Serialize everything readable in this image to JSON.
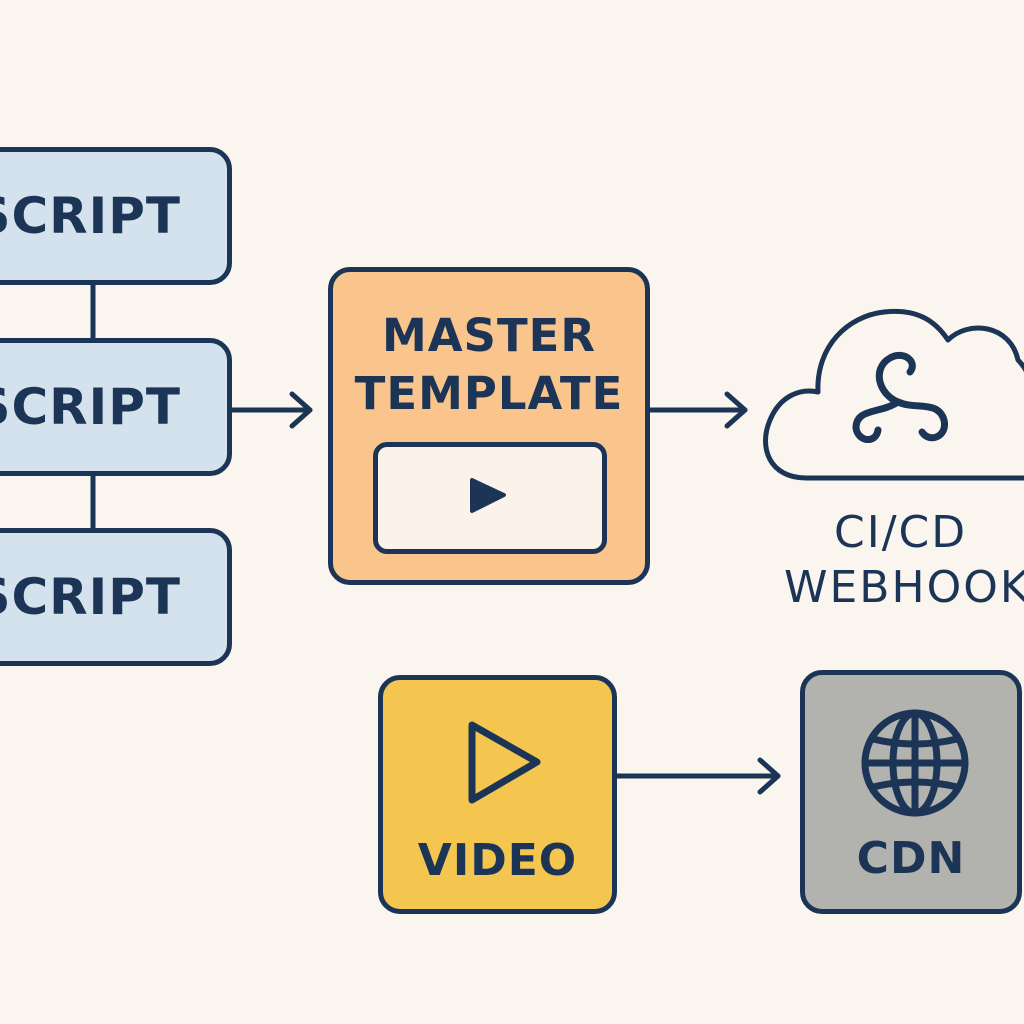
{
  "scripts": [
    {
      "label": "SCRIPT"
    },
    {
      "label": "SCRIPT"
    },
    {
      "label": "SCRIPT"
    }
  ],
  "master_template": {
    "line1": "MASTER",
    "line2": "TEMPLATE"
  },
  "ci_cd": {
    "line1": "CI/CD",
    "line2": "WEBHOOK"
  },
  "video": {
    "label": "VIDEO"
  },
  "cdn": {
    "label": "CDN"
  },
  "colors": {
    "ink": "#1c3556",
    "background": "#faf6ef",
    "script_fill": "#d3e2ec",
    "template_fill": "#fac58c",
    "video_fill": "#f4c650",
    "cdn_fill": "#b2b2ae"
  },
  "icons": {
    "template_preview": "play-icon",
    "cloud_emblem": "triskelion-icon",
    "video": "play-icon",
    "cdn": "globe-icon"
  }
}
